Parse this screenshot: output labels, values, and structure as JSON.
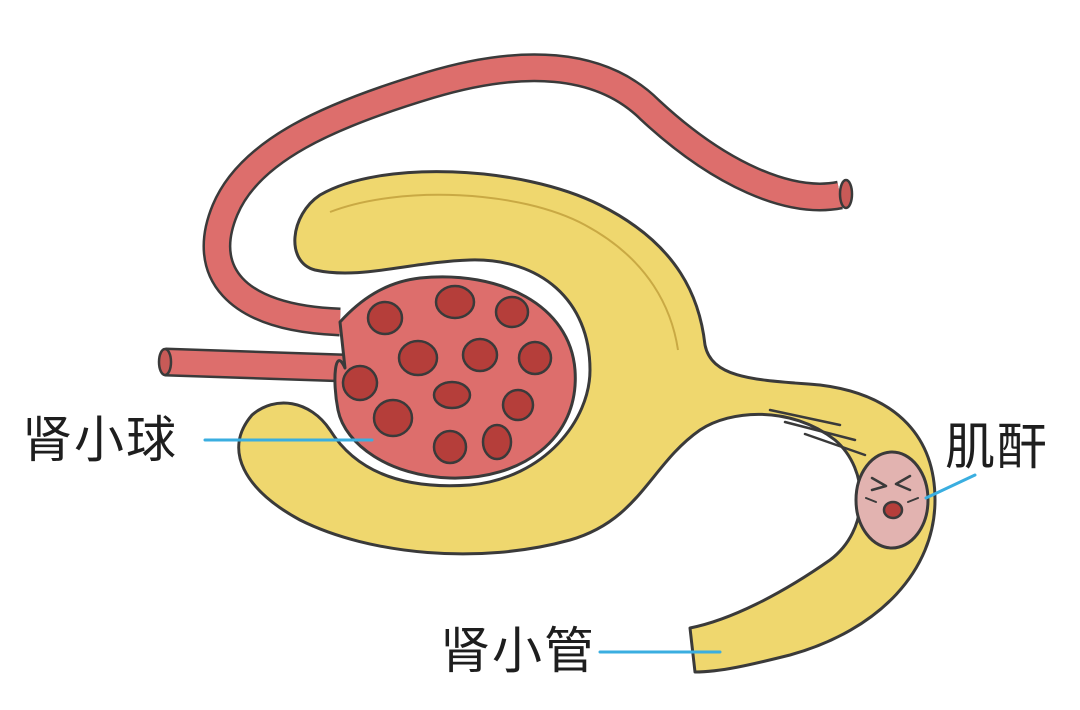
{
  "labels": {
    "glomerulus": "肾小球",
    "creatinine": "肌酐",
    "tubule": "肾小管"
  },
  "colors": {
    "vessel_fill": "#dd6e6c",
    "clot_fill": "#b53e3a",
    "tubule_fill": "#efd76e",
    "outline": "#3a3a3a",
    "pointer": "#3aaee0",
    "creatinine_fill": "#e2b3b0"
  }
}
